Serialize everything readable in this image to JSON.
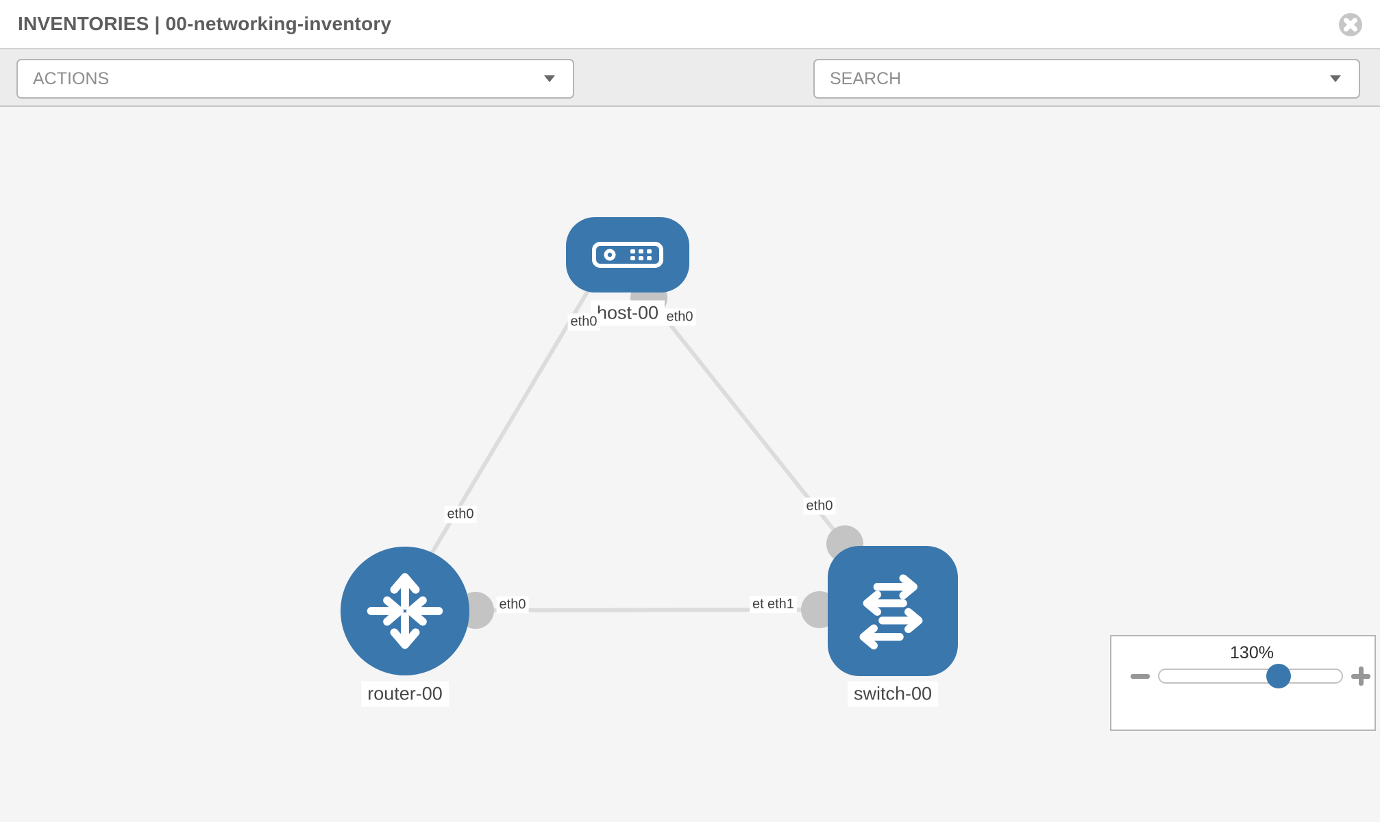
{
  "header": {
    "title": "INVENTORIES | 00-networking-inventory"
  },
  "toolbar": {
    "actions_label": "ACTIONS",
    "search_label": "SEARCH"
  },
  "diagram": {
    "nodes": [
      {
        "id": "host-00",
        "type": "host",
        "label": "host-00"
      },
      {
        "id": "router-00",
        "type": "router",
        "label": "router-00"
      },
      {
        "id": "switch-00",
        "type": "switch",
        "label": "switch-00"
      }
    ],
    "links": [
      {
        "from": "host-00",
        "from_iface": "eth0",
        "to": "router-00",
        "to_iface": "eth0"
      },
      {
        "from": "host-00",
        "from_iface": "eth0",
        "to": "switch-00",
        "to_iface": "eth0"
      },
      {
        "from": "router-00",
        "from_iface": "eth0",
        "to": "switch-00",
        "to_iface": "eth1",
        "to_iface_overlapped": "eth0"
      }
    ]
  },
  "zoom_control": {
    "level": "130%"
  },
  "colors": {
    "node_blue": "#3a77ad",
    "link_gray": "#dcdcdc",
    "endpoint_gray": "#c4c4c4",
    "toolbar_bg": "#ececec",
    "canvas_bg": "#f5f5f5",
    "title_text": "#5d5d5d"
  }
}
